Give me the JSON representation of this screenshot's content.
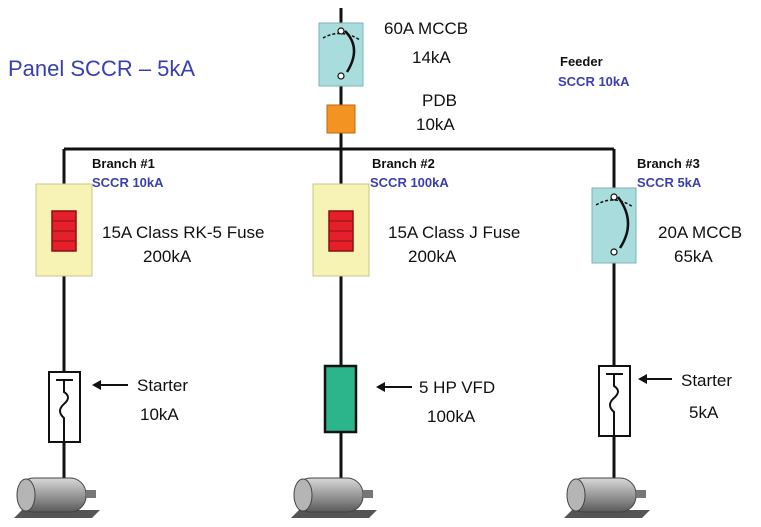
{
  "panel": {
    "sccr_label": "Panel SCCR – 5kA"
  },
  "feeder": {
    "heading": "Feeder",
    "sccr": "SCCR 10kA",
    "breaker_rating": "60A MCCB",
    "breaker_kaic": "14kA",
    "pdb_label": "PDB",
    "pdb_kaic": "10kA"
  },
  "branches": [
    {
      "heading": "Branch #1",
      "sccr": "SCCR 10kA",
      "protector": "15A Class RK-5 Fuse",
      "protector_kaic": "200kA",
      "controller": "Starter",
      "controller_kaic": "10kA"
    },
    {
      "heading": "Branch #2",
      "sccr": "SCCR 100kA",
      "protector": "15A Class J Fuse",
      "protector_kaic": "200kA",
      "controller": "5 HP VFD",
      "controller_kaic": "100kA"
    },
    {
      "heading": "Branch #3",
      "sccr": "SCCR 5kA",
      "protector": "20A MCCB",
      "protector_kaic": "65kA",
      "controller": "Starter",
      "controller_kaic": "5kA"
    }
  ],
  "colors": {
    "sccr_text": "#3a3fb0",
    "fuse_holder": "#f7f3b4",
    "fuse_element": "#e5202a",
    "mccb_body": "#a9dcdc",
    "pdb": "#f39322",
    "vfd": "#2cb58a"
  },
  "icons": [
    "mccb-icon",
    "pdb-icon",
    "fuse-icon",
    "starter-icon",
    "vfd-icon",
    "motor-icon",
    "arrow-left-icon"
  ]
}
